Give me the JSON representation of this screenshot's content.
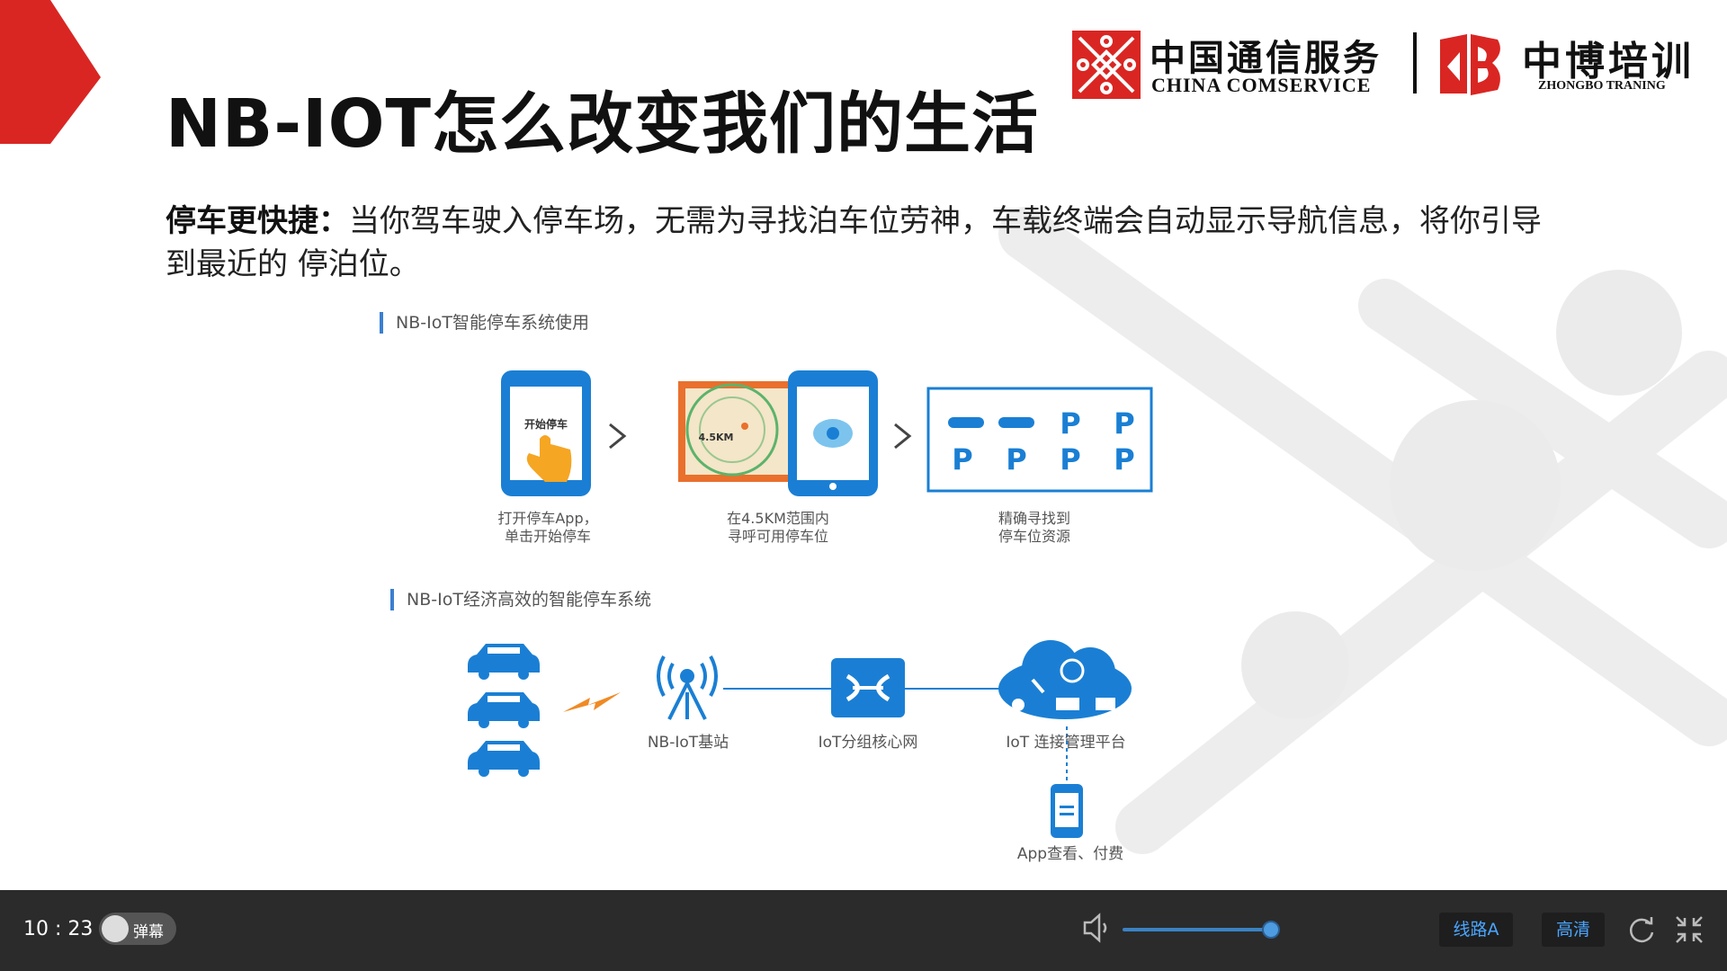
{
  "slide": {
    "title": "NB-IOT怎么改变我们的生活",
    "logos": {
      "china_comservice_cn": "中国通信服务",
      "china_comservice_en": "CHINA COMSERVICE",
      "zhongbo_cn": "中博培训",
      "zhongbo_en": "ZHONGBO TRANING"
    },
    "paragraph": {
      "heading": "停车更快捷",
      "colon": "：",
      "body": "当你驾车驶入停车场，无需为寻找泊车位劳神，车载终端会自动显示导航信息，将你引导到最近的 停泊位。"
    },
    "section1": {
      "label": "NB-IoT智能停车系统使用",
      "phone_screen_text": "开始停车",
      "map_text": "4.5KM",
      "steps": [
        {
          "line1": "打开停车App，",
          "line2": "单击开始停车"
        },
        {
          "line1": "在4.5KM范围内",
          "line2": "寻呼可用停车位"
        },
        {
          "line1": "精确寻找到",
          "line2": "停车位资源"
        }
      ],
      "parking_letter": "P"
    },
    "section2": {
      "label": "NB-IoT经济高效的智能停车系统",
      "nodes": {
        "base_station": "NB-IoT基站",
        "core_network": "IoT分组核心网",
        "platform": "IoT 连接管理平台",
        "app": "App查看、付费"
      }
    }
  },
  "player": {
    "time": "10 : 23",
    "danmu_label": "弹幕",
    "danmu_on": false,
    "volume_percent": 82,
    "line_button": "线路A",
    "quality_button": "高清",
    "accent_color": "#4aa6ff"
  }
}
